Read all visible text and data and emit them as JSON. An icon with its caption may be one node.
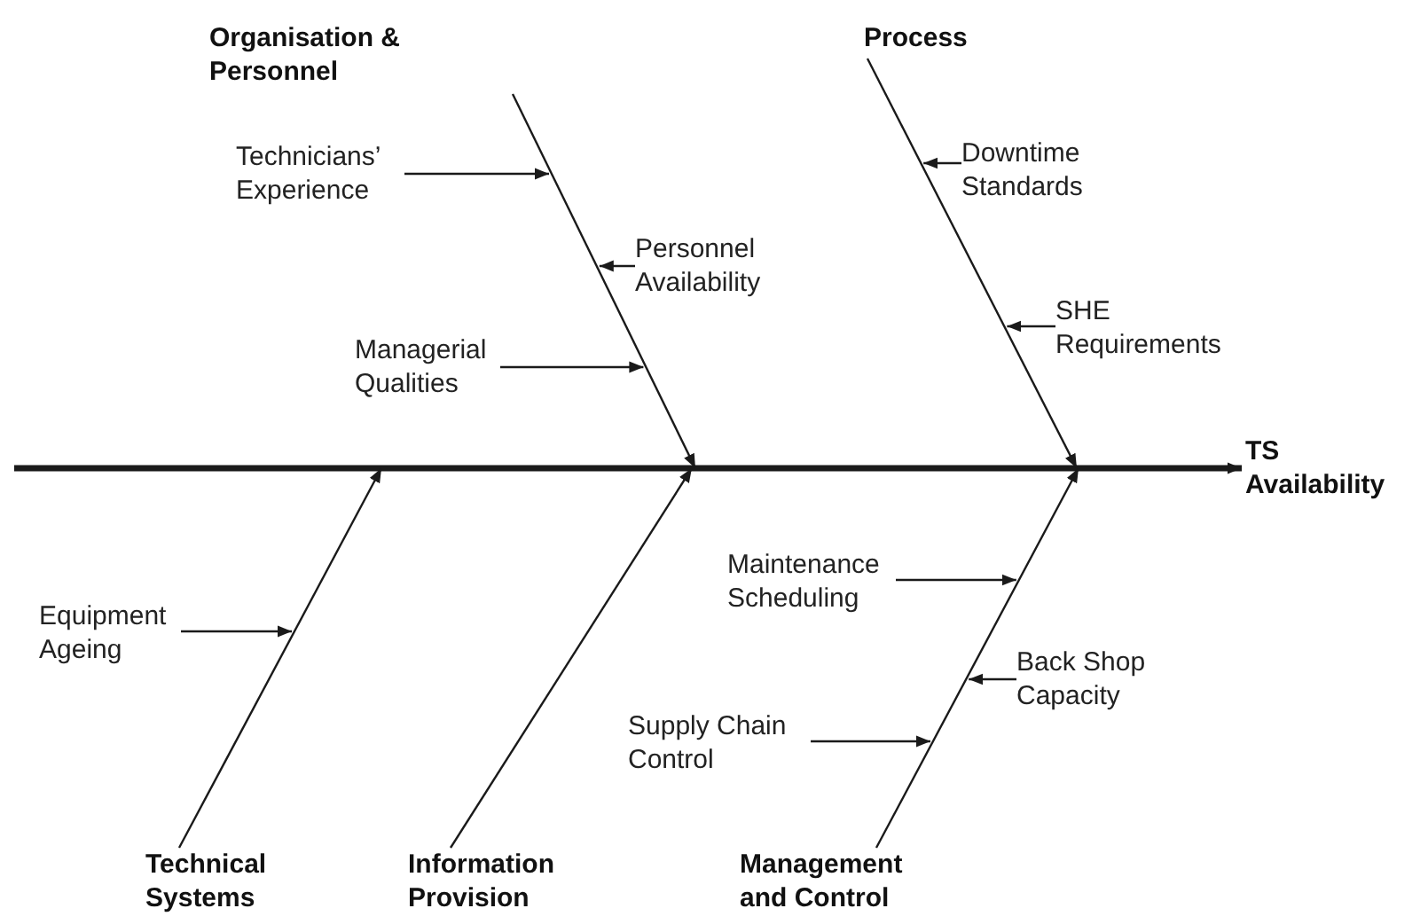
{
  "diagram": {
    "nodes": [
      {
        "text": [
          "Organisation & Personnel"
        ]
      },
      {
        "text": [
          "Process"
        ]
      },
      {
        "text": [
          "Technicians’ Experience"
        ]
      },
      {
        "text": [
          "Downtime Standards"
        ]
      },
      {
        "text": [
          "Personnel Availability"
        ]
      },
      {
        "text": [
          "SHE Requirements"
        ]
      },
      {
        "text": [
          "Managerial Qualities"
        ]
      },
      {
        "text": [
          "TS Availability"
        ]
      },
      {
        "text": [
          "Maintenance Scheduling"
        ]
      },
      {
        "text": [
          "Equipment Ageing"
        ]
      },
      {
        "text": [
          "Back Shop Capacity"
        ]
      },
      {
        "text": [
          "Supply Chain Control"
        ]
      },
      {
        "text": [
          "Technical Systems"
        ]
      },
      {
        "text": [
          "Information Provision"
        ]
      },
      {
        "text": [
          "Management and Control"
        ]
      }
    ],
    "edges": [
      {
        "from": null,
        "to": 7,
        "arrow": "to",
        "style": "thick"
      },
      {
        "from": 0,
        "to": null,
        "arrow": "to"
      },
      {
        "from": 1,
        "to": null,
        "arrow": "to"
      },
      {
        "from": 12,
        "to": null,
        "arrow": "to"
      },
      {
        "from": 13,
        "to": null,
        "arrow": "to"
      },
      {
        "from": 14,
        "to": null,
        "arrow": "to"
      },
      {
        "from": 2,
        "to": null,
        "arrow": "to"
      },
      {
        "from": 4,
        "to": null,
        "arrow": "to"
      },
      {
        "from": 6,
        "to": null,
        "arrow": "to"
      },
      {
        "from": 3,
        "to": null,
        "arrow": "to"
      },
      {
        "from": 5,
        "to": null,
        "arrow": "to"
      },
      {
        "from": 9,
        "to": null,
        "arrow": "to"
      },
      {
        "from": 8,
        "to": null,
        "arrow": "to"
      },
      {
        "from": 10,
        "to": null,
        "arrow": "to"
      },
      {
        "from": 11,
        "to": null,
        "arrow": "to"
      }
    ]
  }
}
